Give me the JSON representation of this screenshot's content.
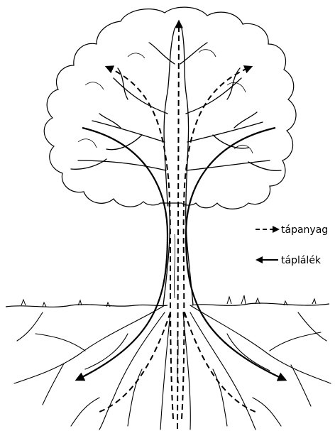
{
  "legend": {
    "items": [
      {
        "label": "tápanyag",
        "line_style": "dashed",
        "direction": "right"
      },
      {
        "label": "táplálék",
        "line_style": "solid",
        "direction": "left"
      }
    ]
  },
  "colors": {
    "ink": "#000000",
    "background": "#ffffff"
  },
  "icons": [
    "dashed-arrow-icon",
    "solid-arrow-icon"
  ]
}
